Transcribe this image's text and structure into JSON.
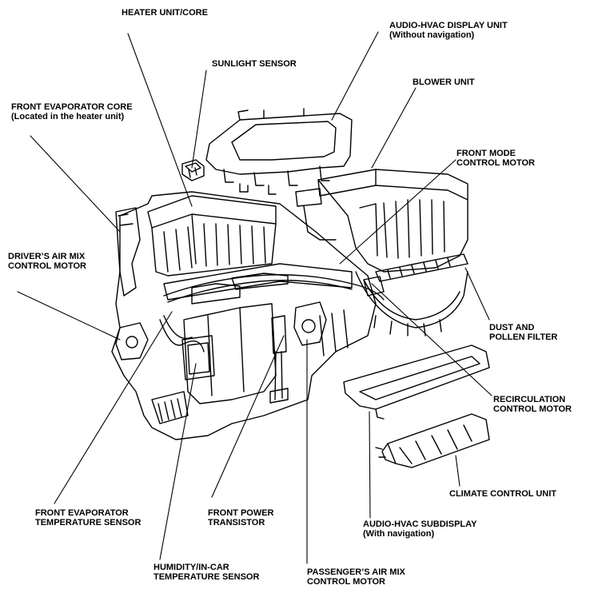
{
  "labels": {
    "heater_unit_core": {
      "line1": "HEATER UNIT/CORE"
    },
    "audio_hvac_display_unit": {
      "line1": "AUDIO-HVAC DISPLAY UNIT",
      "line2": "(Without navigation)"
    },
    "sunlight_sensor": {
      "line1": "SUNLIGHT SENSOR"
    },
    "blower_unit": {
      "line1": "BLOWER UNIT"
    },
    "front_evaporator_core": {
      "line1": "FRONT EVAPORATOR CORE",
      "line2": "(Located in the heater unit)"
    },
    "front_mode_control_motor": {
      "line1": "FRONT MODE",
      "line2": "CONTROL MOTOR"
    },
    "drivers_air_mix_control_motor": {
      "line1": "DRIVER’S AIR MIX",
      "line2": "CONTROL MOTOR"
    },
    "dust_and_pollen_filter": {
      "line1": "DUST AND",
      "line2": "POLLEN FILTER"
    },
    "recirculation_control_motor": {
      "line1": "RECIRCULATION",
      "line2": "CONTROL MOTOR"
    },
    "climate_control_unit": {
      "line1": "CLIMATE CONTROL UNIT"
    },
    "front_evaporator_temperature_sensor": {
      "line1": "FRONT EVAPORATOR",
      "line2": "TEMPERATURE SENSOR"
    },
    "front_power_transistor": {
      "line1": "FRONT POWER",
      "line2": "TRANSISTOR"
    },
    "audio_hvac_subdisplay": {
      "line1": "AUDIO-HVAC SUBDISPLAY",
      "line2": "(With navigation)"
    },
    "humidity_in_car_temperature_sensor": {
      "line1": "HUMIDITY/IN-CAR",
      "line2": "TEMPERATURE SENSOR"
    },
    "passengers_air_mix_control_motor": {
      "line1": "PASSENGER’S AIR MIX",
      "line2": "CONTROL MOTOR"
    }
  }
}
